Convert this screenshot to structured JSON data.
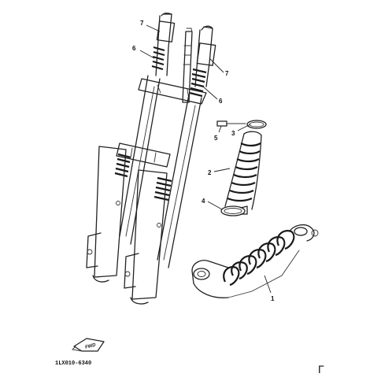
{
  "callouts": [
    {
      "id": "c7a",
      "label": "7"
    },
    {
      "id": "c6a",
      "label": "6"
    },
    {
      "id": "c7b",
      "label": "7"
    },
    {
      "id": "c6b",
      "label": "6"
    },
    {
      "id": "c5",
      "label": "5"
    },
    {
      "id": "c3",
      "label": "3"
    },
    {
      "id": "c2",
      "label": "2"
    },
    {
      "id": "c4",
      "label": "4"
    },
    {
      "id": "c1",
      "label": "1"
    }
  ],
  "fwd_label": "FWD",
  "diagram_code": "1LX010-6340",
  "faint_line": "",
  "corner_mark": "Γ",
  "colors": {
    "ink": "#222222",
    "background": "#ffffff"
  }
}
